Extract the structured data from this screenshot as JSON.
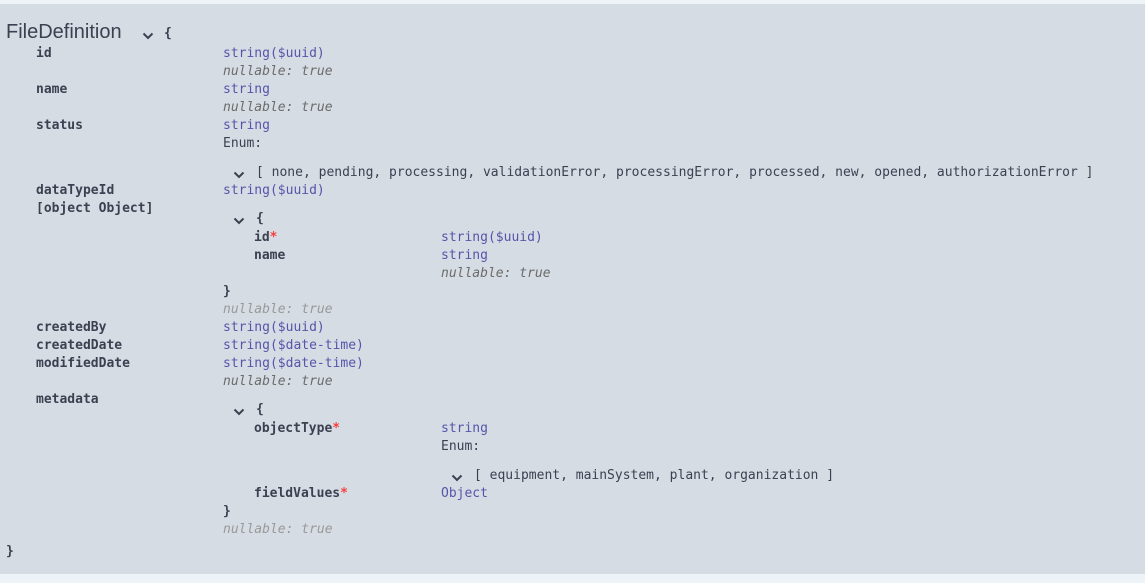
{
  "model": {
    "title": "FileDefinition",
    "open_brace": "{",
    "close_brace": "}",
    "properties": {
      "id": {
        "name": "id",
        "type": "string($uuid)",
        "nullable": "nullable: true"
      },
      "name": {
        "name": "name",
        "type": "string",
        "nullable": "nullable: true"
      },
      "status": {
        "name": "status",
        "type": "string",
        "enum_label": "Enum:",
        "enum_values": "[ none, pending, processing, validationError, processingError, processed, new, opened, authorizationError ]"
      },
      "dataTypeId": {
        "name": "dataTypeId",
        "type": "string($uuid)"
      },
      "objectOwner": {
        "name": {
          "name": "name",
          "type": "string",
          "nullable": "nullable: true"
        },
        "open_brace": "{",
        "close_brace": "}",
        "nullable": "nullable: true",
        "id": {
          "name": "id",
          "required": "*",
          "type": "string($uuid)"
        }
      },
      "createdBy": {
        "name": "createdBy",
        "type": "string($uuid)"
      },
      "createdDate": {
        "name": "createdDate",
        "type": "string($date-time)"
      },
      "modifiedDate": {
        "name": "modifiedDate",
        "type": "string($date-time)",
        "nullable": "nullable: true"
      },
      "metadata": {
        "name": "metadata",
        "open_brace": "{",
        "close_brace": "}",
        "nullable": "nullable: true",
        "objectType": {
          "name": "objectType",
          "required": "*",
          "type": "string",
          "enum_label": "Enum:",
          "enum_values": "[ equipment, mainSystem, plant, organization ]"
        },
        "fieldValues": {
          "name": "fieldValues",
          "required": "*",
          "type": "Object"
        }
      }
    }
  }
}
